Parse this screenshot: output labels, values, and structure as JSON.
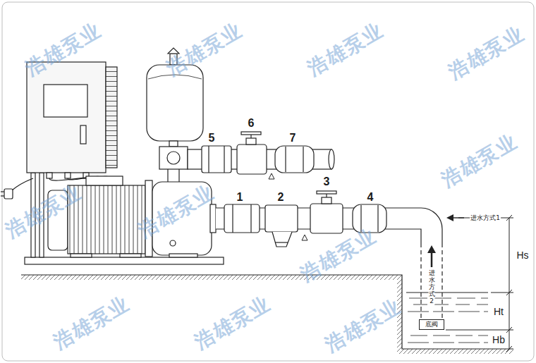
{
  "diagram": {
    "nodes": [
      {
        "text": [
          "底阀"
        ]
      }
    ],
    "labels": [
      "1",
      "2",
      "3",
      "4",
      "5",
      "6",
      "7",
      "进水方式1",
      "进水方式2",
      "Hs",
      "Ht",
      "Hb",
      "浩雄泵业",
      "浩雄泵业",
      "浩雄泵业",
      "浩雄泵业",
      "浩雄泵业",
      "浩雄泵业",
      "浩雄泵业",
      "浩雄泵业",
      "浩雄泵业",
      "浩雄泵业",
      "浩雄泵业"
    ]
  }
}
